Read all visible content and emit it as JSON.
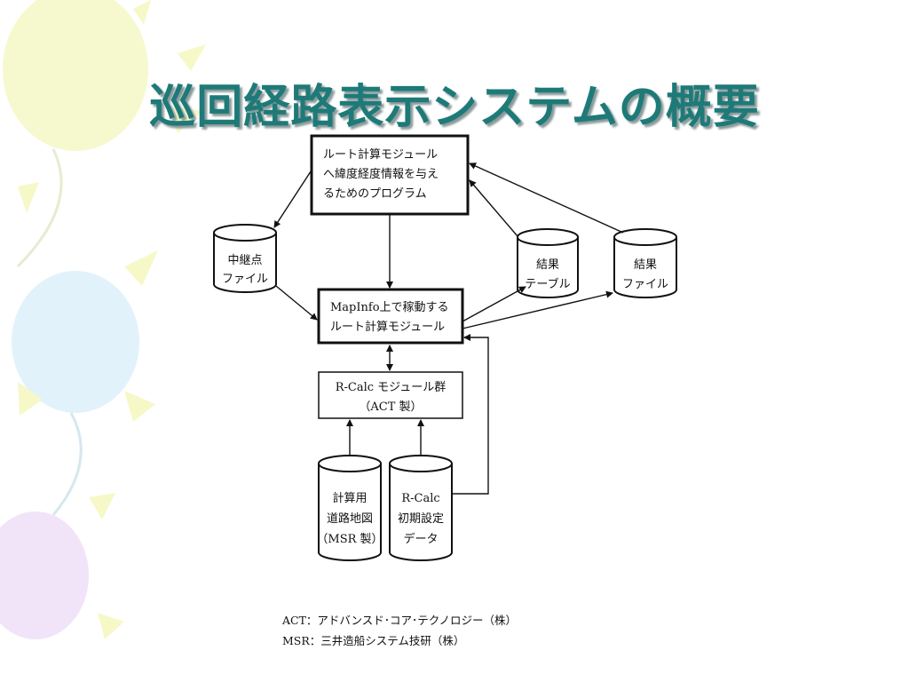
{
  "slide": {
    "title": "巡回経路表示システムの概要"
  },
  "diagram": {
    "route_prog": [
      "ルート計算モジュール",
      "へ緯度経度情報を与え",
      "るためのプログラム"
    ],
    "relay_file": [
      "中継点",
      "ファイル"
    ],
    "result_table": [
      "結果",
      "テーブル"
    ],
    "result_file": [
      "結果",
      "ファイル"
    ],
    "mapinfo_module": [
      "MapInfo上で稼動する",
      "ルート計算モジュール"
    ],
    "rcalc_group": [
      "R-Calc モジュール群",
      "（ACT 製）"
    ],
    "road_map": [
      "計算用",
      "道路地図",
      "（MSR 製）"
    ],
    "rcalc_init": [
      "R-Calc",
      "初期設定",
      "データ"
    ]
  },
  "legend": {
    "act": "ACT：アドバンスド･コア･テクノロジー（株）",
    "msr": "MSR：三井造船システム技研（株）"
  },
  "colors": {
    "title": "#1e7a78",
    "balloon_yellow": "#f2f6b8",
    "balloon_blue": "#d8eefa",
    "balloon_purple": "#ecd8f4"
  }
}
